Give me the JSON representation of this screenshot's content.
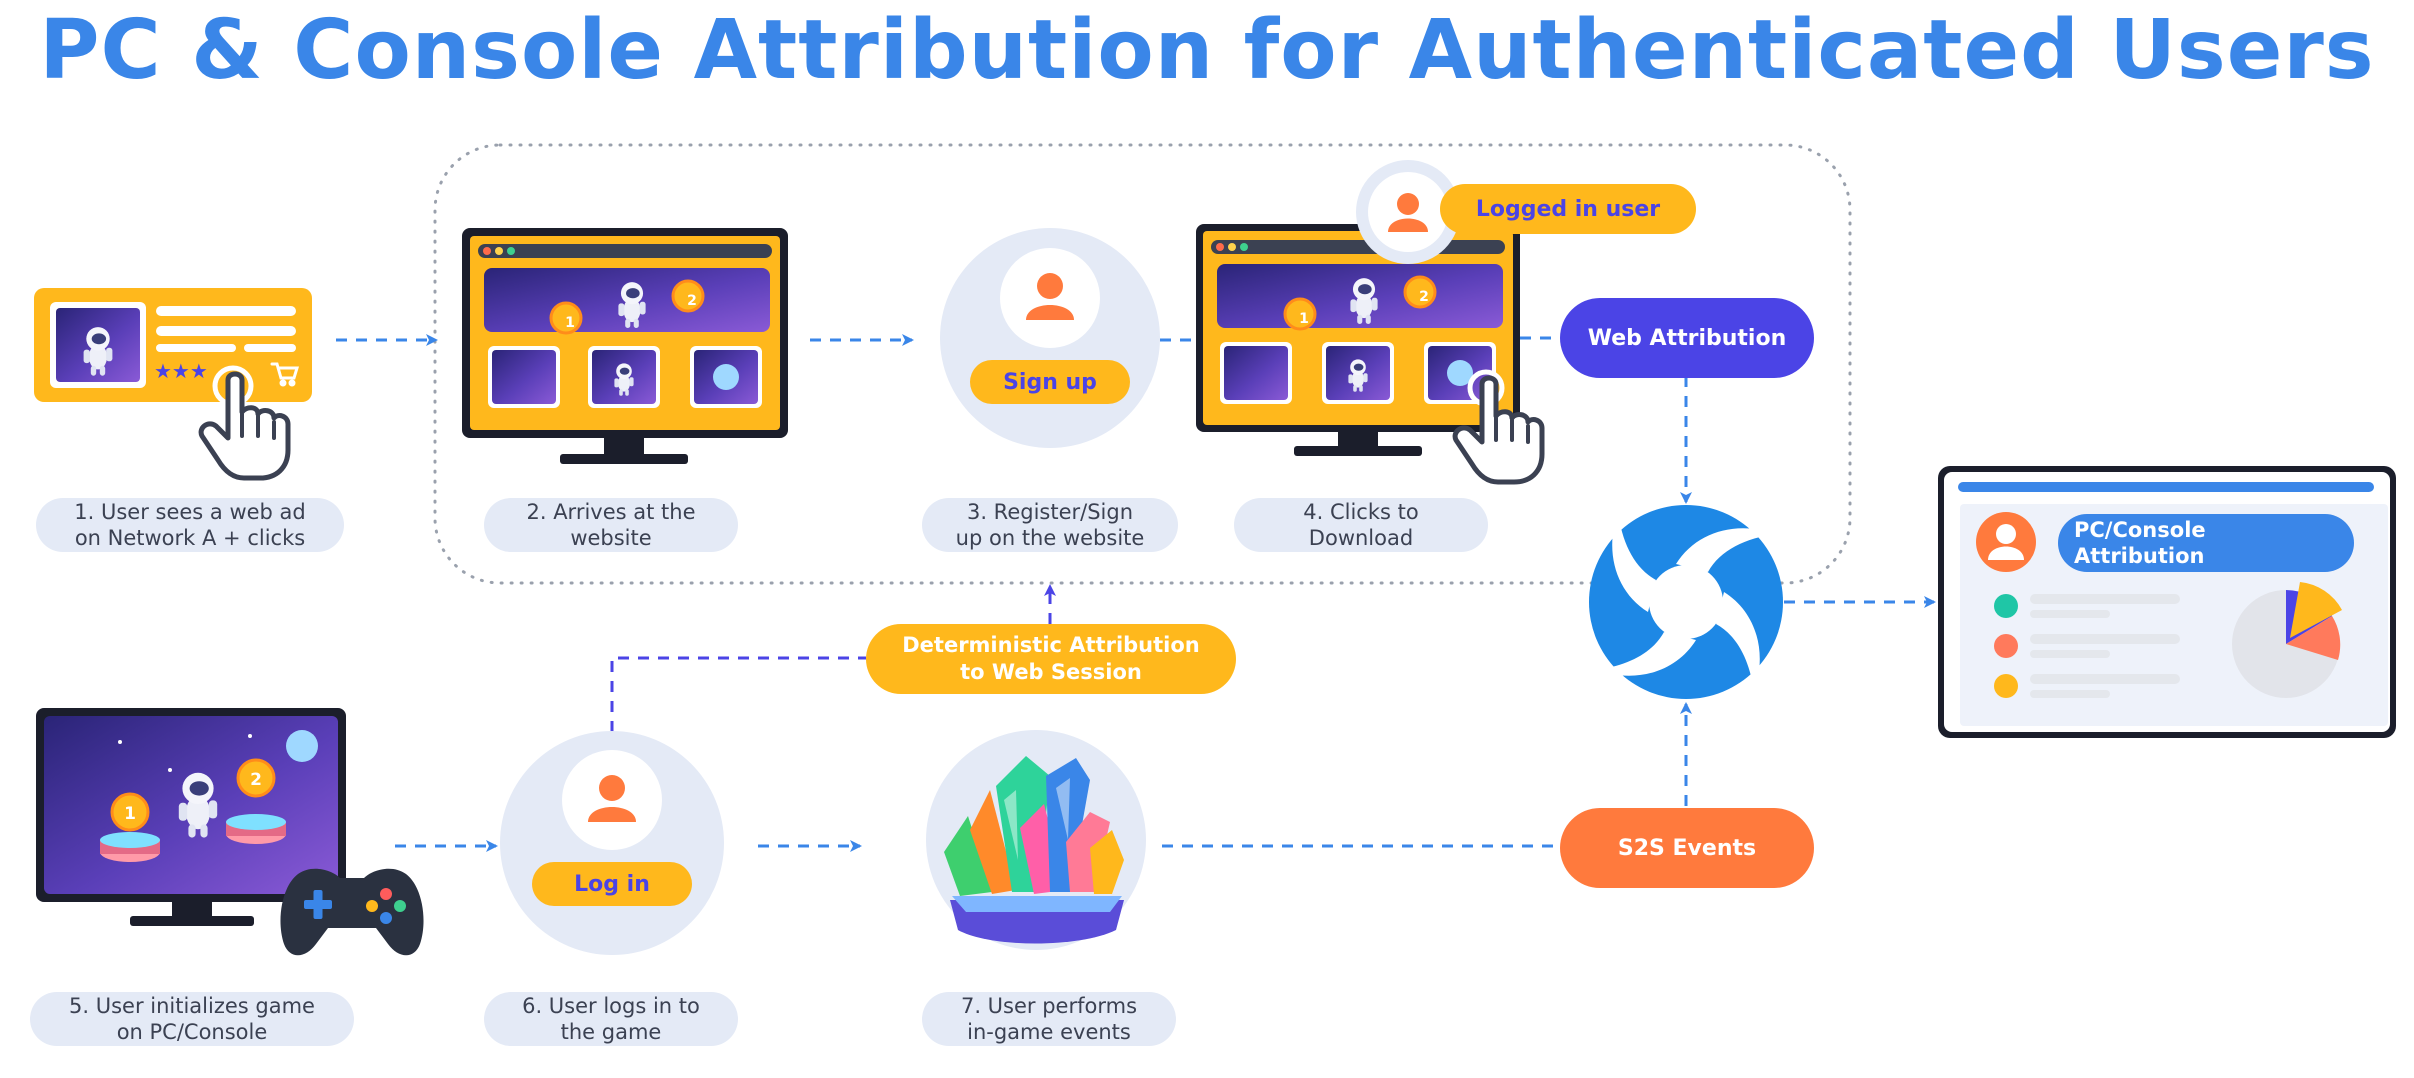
{
  "title": "PC & Console Attribution for Authenticated Users",
  "steps": [
    "1. User sees a web ad\non Network A + clicks",
    "2. Arrives at the\nwebsite",
    "3. Register/Sign\nup on the website",
    "4. Clicks to\nDownload",
    "5. User initializes game\non PC/Console",
    "6. User logs in to\nthe game",
    "7. User performs\nin-game events"
  ],
  "buttons": {
    "sign_up": "Sign up",
    "log_in": "Log in"
  },
  "badges": {
    "logged_in_user": "Logged in user",
    "web_attribution": "Web Attribution",
    "deterministic": "Deterministic Attribution\nto Web Session",
    "s2s_events": "S2S Events",
    "dashboard_title": "PC/Console\nAttribution"
  },
  "rank_badges": [
    "1",
    "2"
  ],
  "ad_stars": "★★★",
  "icons": {
    "hand": "pointing-hand-icon",
    "cart": "shopping-cart-icon",
    "user": "user-icon",
    "gamepad": "gamepad-icon",
    "crystals": "crystals-icon",
    "logo": "swirl-logo-icon",
    "pie": "pie-chart-icon"
  },
  "colors": {
    "title_blue": "#3a86e8",
    "arrow_blue": "#3a86e8",
    "indigo": "#4b44e6",
    "orange": "#ff7a3d",
    "yellow": "#ffb81c",
    "pale": "#e4eaf6",
    "dark": "#1b1e2b",
    "game_bg": "#3b2f8f"
  }
}
